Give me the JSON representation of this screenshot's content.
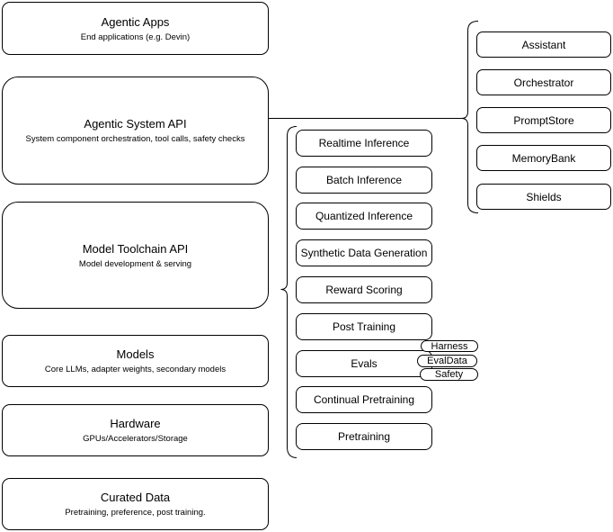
{
  "colors": {
    "stroke": "#000000",
    "background": "#ffffff",
    "text": "#000000"
  },
  "left_stack": {
    "boxes": [
      {
        "title": "Agentic Apps",
        "subtitle": "End applications (e.g. Devin)"
      },
      {
        "title": "Agentic System API",
        "subtitle": "System component orchestration, tool calls, safety checks"
      },
      {
        "title": "Model Toolchain API",
        "subtitle": "Model development & serving"
      },
      {
        "title": "Models",
        "subtitle": "Core LLMs, adapter weights, secondary models"
      },
      {
        "title": "Hardware",
        "subtitle": "GPUs/Accelerators/Storage"
      },
      {
        "title": "Curated Data",
        "subtitle": "Pretraining, preference, post training."
      }
    ]
  },
  "toolchain_group": {
    "nodes": [
      "Realtime Inference",
      "Batch Inference",
      "Quantized Inference",
      "Synthetic Data Generation",
      "Reward Scoring",
      "Post Training",
      "Evals",
      "Continual Pretraining",
      "Pretraining"
    ],
    "eval_tags": [
      "Harness",
      "EvalData",
      "Safety"
    ]
  },
  "system_group": {
    "nodes": [
      "Assistant",
      "Orchestrator",
      "PromptStore",
      "MemoryBank",
      "Shields"
    ]
  }
}
